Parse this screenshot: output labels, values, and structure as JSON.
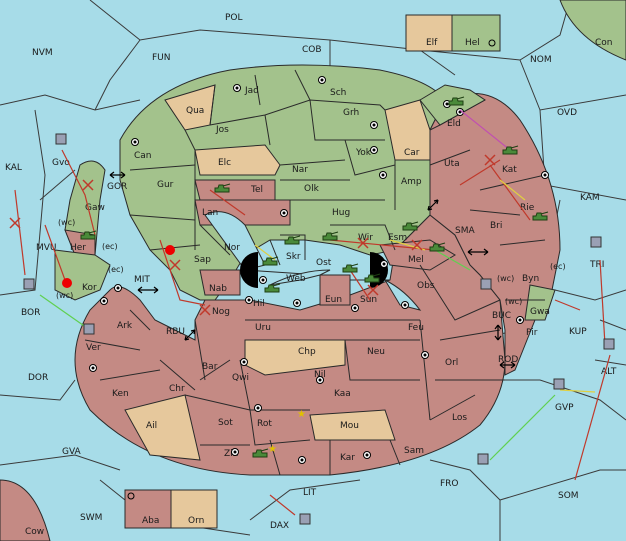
{
  "colors": {
    "sea": "#a7dce8",
    "green": "#a3c28c",
    "red": "#c48a84",
    "tan": "#e6c89c",
    "corner": "#c48a84"
  },
  "legend": {
    "elf": "Elf",
    "hel": "Hel",
    "aba": "Aba",
    "orn": "Orn"
  },
  "seas": [
    {
      "id": "pol",
      "label": "POL"
    },
    {
      "id": "nvm",
      "label": "NVM"
    },
    {
      "id": "fun",
      "label": "FUN"
    },
    {
      "id": "cob",
      "label": "COB"
    },
    {
      "id": "nom",
      "label": "NOM"
    },
    {
      "id": "ovd",
      "label": "OVD"
    },
    {
      "id": "kal",
      "label": "KAL"
    },
    {
      "id": "gor",
      "label": "GOR"
    },
    {
      "id": "mvu",
      "label": "MVU"
    },
    {
      "id": "mit",
      "label": "MIT"
    },
    {
      "id": "bor",
      "label": "BOR"
    },
    {
      "id": "rbu",
      "label": "RBU"
    },
    {
      "id": "sma",
      "label": "SMA"
    },
    {
      "id": "kam",
      "label": "KAM"
    },
    {
      "id": "buc",
      "label": "BUC"
    },
    {
      "id": "kup",
      "label": "KUP"
    },
    {
      "id": "tri",
      "label": "TRI"
    },
    {
      "id": "alt",
      "label": "ALT"
    },
    {
      "id": "rod",
      "label": "ROD"
    },
    {
      "id": "gvp",
      "label": "GVP"
    },
    {
      "id": "dor",
      "label": "DOR"
    },
    {
      "id": "gva",
      "label": "GVA"
    },
    {
      "id": "fro",
      "label": "FRO"
    },
    {
      "id": "som",
      "label": "SOM"
    },
    {
      "id": "lit",
      "label": "LIT"
    },
    {
      "id": "swm",
      "label": "SWM"
    },
    {
      "id": "dax",
      "label": "DAX"
    },
    {
      "id": "cow",
      "label": "Cow"
    },
    {
      "id": "con",
      "label": "Con"
    },
    {
      "id": "gvo",
      "label": "Gvo"
    }
  ],
  "provinces": [
    {
      "id": "jad",
      "label": "Jad",
      "color": "green"
    },
    {
      "id": "sch",
      "label": "Sch",
      "color": "green"
    },
    {
      "id": "qua",
      "label": "Qua",
      "color": "tan"
    },
    {
      "id": "jos",
      "label": "Jos",
      "color": "green"
    },
    {
      "id": "grh",
      "label": "Grh",
      "color": "green"
    },
    {
      "id": "can",
      "label": "Can",
      "color": "green"
    },
    {
      "id": "car",
      "label": "Car",
      "color": "tan"
    },
    {
      "id": "elc",
      "label": "Elc",
      "color": "tan"
    },
    {
      "id": "nar",
      "label": "Nar",
      "color": "green"
    },
    {
      "id": "yok",
      "label": "Yok",
      "color": "green"
    },
    {
      "id": "eld",
      "label": "Eld",
      "color": "green"
    },
    {
      "id": "uta",
      "label": "Uta",
      "color": "red"
    },
    {
      "id": "kat",
      "label": "Kat",
      "color": "red"
    },
    {
      "id": "tel",
      "label": "Tel",
      "color": "red"
    },
    {
      "id": "olk",
      "label": "Olk",
      "color": "green"
    },
    {
      "id": "amp",
      "label": "Amp",
      "color": "green"
    },
    {
      "id": "gur",
      "label": "Gur",
      "color": "green"
    },
    {
      "id": "lan",
      "label": "Lan",
      "color": "red"
    },
    {
      "id": "hug",
      "label": "Hug",
      "color": "green"
    },
    {
      "id": "gaw",
      "label": "Gaw",
      "color": "green"
    },
    {
      "id": "rie",
      "label": "Rie",
      "color": "red"
    },
    {
      "id": "bri",
      "label": "Bri",
      "color": "red"
    },
    {
      "id": "nor",
      "label": "Nor",
      "color": "green"
    },
    {
      "id": "esm",
      "label": "Esm",
      "color": "green"
    },
    {
      "id": "skr",
      "label": "Skr",
      "color": "green"
    },
    {
      "id": "her",
      "label": "Her",
      "color": "red"
    },
    {
      "id": "sap",
      "label": "Sap",
      "color": "green"
    },
    {
      "id": "web",
      "label": "Web",
      "color": "green"
    },
    {
      "id": "wir",
      "label": "Wir",
      "color": "red"
    },
    {
      "id": "mel",
      "label": "Mel",
      "color": "red"
    },
    {
      "id": "ost",
      "label": "Ost",
      "color": "green"
    },
    {
      "id": "byn",
      "label": "Byn",
      "color": "red"
    },
    {
      "id": "kor",
      "label": "Kor",
      "color": "green"
    },
    {
      "id": "nab",
      "label": "Nab",
      "color": "red"
    },
    {
      "id": "hil",
      "label": "Hil",
      "color": "green"
    },
    {
      "id": "eun",
      "label": "Eun",
      "color": "red"
    },
    {
      "id": "sun",
      "label": "Sun",
      "color": "red"
    },
    {
      "id": "obs",
      "label": "Obs",
      "color": "red"
    },
    {
      "id": "gwa",
      "label": "Gwa",
      "color": "green"
    },
    {
      "id": "nog",
      "label": "Nog",
      "color": "red"
    },
    {
      "id": "ark",
      "label": "Ark",
      "color": "red"
    },
    {
      "id": "uru",
      "label": "Uru",
      "color": "red"
    },
    {
      "id": "feu",
      "label": "Feu",
      "color": "red"
    },
    {
      "id": "pir",
      "label": "Pir",
      "color": "red"
    },
    {
      "id": "ver",
      "label": "Ver",
      "color": "red"
    },
    {
      "id": "chp",
      "label": "Chp",
      "color": "tan"
    },
    {
      "id": "neu",
      "label": "Neu",
      "color": "red"
    },
    {
      "id": "orl",
      "label": "Orl",
      "color": "red"
    },
    {
      "id": "bar",
      "label": "Bar",
      "color": "red"
    },
    {
      "id": "qwi",
      "label": "Qwi",
      "color": "red"
    },
    {
      "id": "nil",
      "label": "Nil",
      "color": "red"
    },
    {
      "id": "ken",
      "label": "Ken",
      "color": "red"
    },
    {
      "id": "chr",
      "label": "Chr",
      "color": "red"
    },
    {
      "id": "kaa",
      "label": "Kaa",
      "color": "red"
    },
    {
      "id": "los",
      "label": "Los",
      "color": "red"
    },
    {
      "id": "sot",
      "label": "Sot",
      "color": "red"
    },
    {
      "id": "rot",
      "label": "Rot",
      "color": "red"
    },
    {
      "id": "ail",
      "label": "Ail",
      "color": "tan"
    },
    {
      "id": "mou",
      "label": "Mou",
      "color": "tan"
    },
    {
      "id": "sam",
      "label": "Sam",
      "color": "red"
    },
    {
      "id": "zin",
      "label": "Zin",
      "color": "red"
    },
    {
      "id": "kar",
      "label": "Kar",
      "color": "red"
    }
  ],
  "coast_tags": {
    "wc1": "(wc)",
    "ec1": "(ec)",
    "wc2": "(wc)",
    "ec2": "(ec)",
    "wc3": "(wc)",
    "wc4": "(wc)",
    "ec3": "(ec)"
  }
}
